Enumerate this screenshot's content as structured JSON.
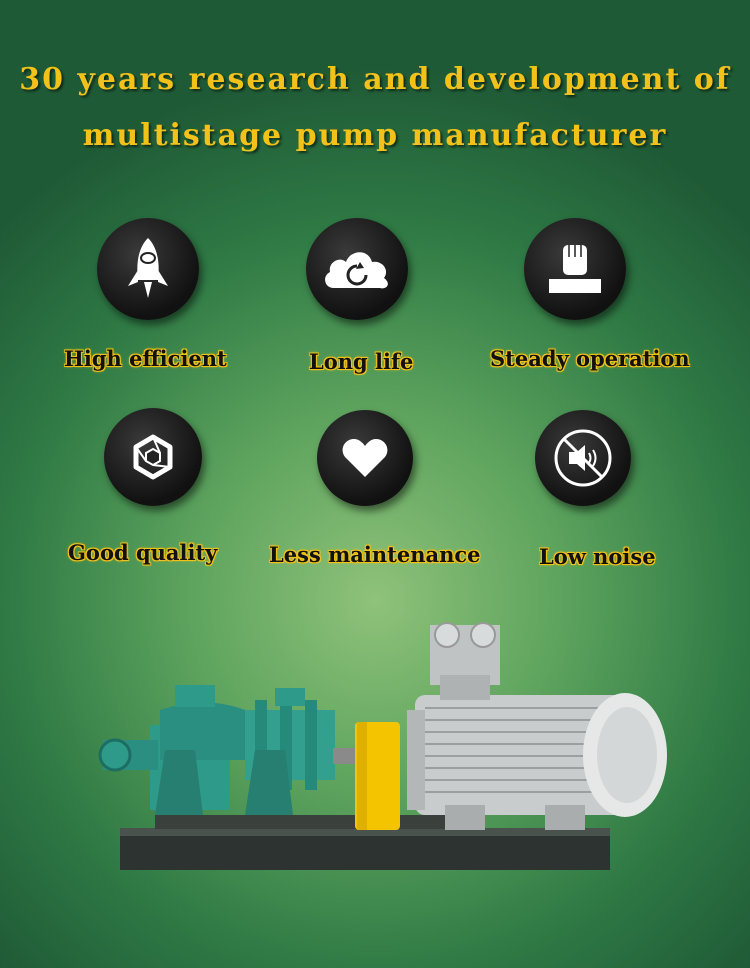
{
  "headline": {
    "line1": "30 years research and development of",
    "line2": "multistage pump manufacturer"
  },
  "features": [
    {
      "label": "High efficient",
      "icon": "rocket-icon"
    },
    {
      "label": "Long life",
      "icon": "cloud-refresh-icon"
    },
    {
      "label": "Steady operation",
      "icon": "fist-icon"
    },
    {
      "label": "Good quality",
      "icon": "aperture-icon"
    },
    {
      "label": "Less maintenance",
      "icon": "heart-icon"
    },
    {
      "label": "Low noise",
      "icon": "mute-speaker-icon"
    }
  ],
  "colors": {
    "headline": "#f2c21a",
    "background": "#5ea45e",
    "pump_body": "#2e9a8a",
    "coupling": "#f5c400",
    "motor": "#c9cccc"
  }
}
